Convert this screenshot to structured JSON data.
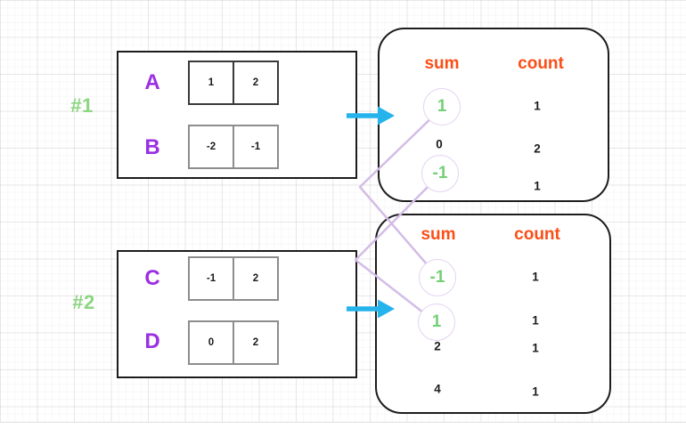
{
  "groups": {
    "g1": {
      "label": "#1",
      "arrays": [
        {
          "name": "A",
          "cells": [
            "1",
            "2"
          ]
        },
        {
          "name": "B",
          "cells": [
            "-2",
            "-1"
          ]
        }
      ],
      "table": {
        "sum_header": "sum",
        "count_header": "count",
        "rows": [
          {
            "sum": "1",
            "count": "1",
            "highlighted": true
          },
          {
            "sum": "0",
            "count": "2",
            "highlighted": false
          },
          {
            "sum": "-1",
            "count": "1",
            "highlighted": true
          }
        ]
      }
    },
    "g2": {
      "label": "#2",
      "arrays": [
        {
          "name": "C",
          "cells": [
            "-1",
            "2"
          ]
        },
        {
          "name": "D",
          "cells": [
            "0",
            "2"
          ]
        }
      ],
      "table": {
        "sum_header": "sum",
        "count_header": "count",
        "rows": [
          {
            "sum": "-1",
            "count": "1",
            "highlighted": true
          },
          {
            "sum": "1",
            "count": "1",
            "highlighted": true
          },
          {
            "sum": "2",
            "count": "1",
            "highlighted": false
          },
          {
            "sum": "4",
            "count": "1",
            "highlighted": false
          }
        ]
      }
    }
  },
  "connections": [
    {
      "from": "g1 sum 1",
      "to": "g2 sum -1"
    },
    {
      "from": "g1 sum -1",
      "to": "g2 sum 1"
    }
  ],
  "colors": {
    "label-green": "#8bd680",
    "value-green": "#74d077",
    "purple": "#9a2fe3",
    "orange": "#fb4f17",
    "cyan": "#25b3ec",
    "connector-lavender": "#d3bde6",
    "circle-lavender": "#e4d3f2",
    "border-dark": "#1c1c1c",
    "cell-border-dark": "#3a3a3a",
    "cell-border-gray": "#8d8d8d",
    "text-dark": "#1b1b1b"
  }
}
